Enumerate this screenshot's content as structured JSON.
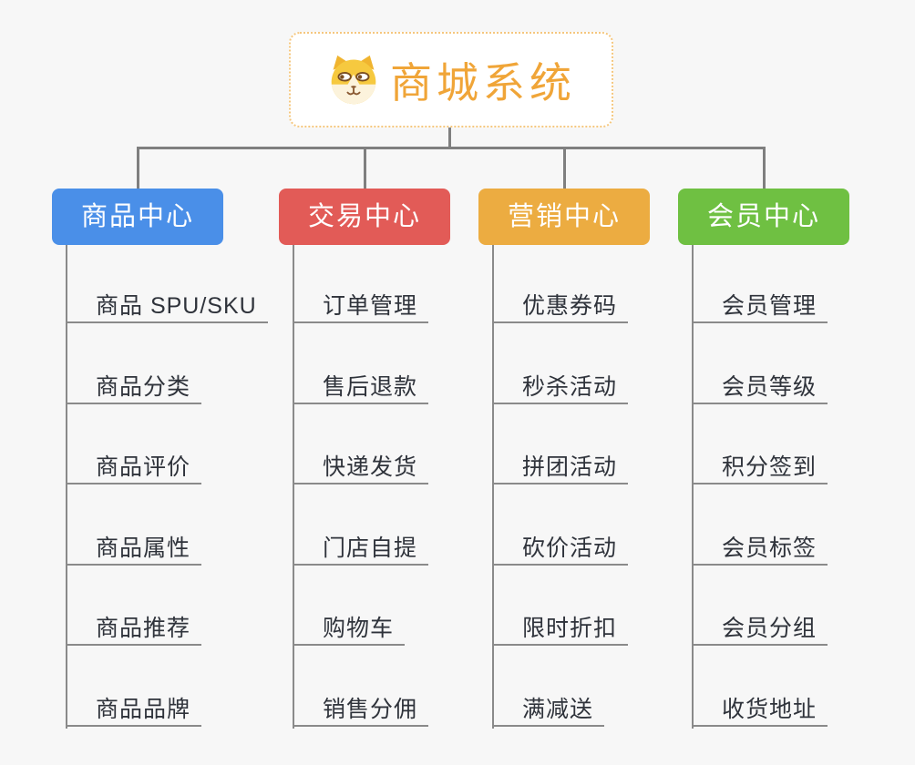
{
  "app": {
    "background_color": "#F7F7F7",
    "connector_color": "#7F7F7F",
    "sub_line_color": "#8A8A8A",
    "sub_text_color": "#2F333B"
  },
  "root": {
    "title": "商城系统",
    "icon": "dog-face-icon",
    "text_color": "#F0A538",
    "border_color": "#F5C77E",
    "background": "#FFFFFF"
  },
  "branches": [
    {
      "label": "商品中心",
      "color": "#4A8FE8",
      "items": [
        "商品 SPU/SKU",
        "商品分类",
        "商品评价",
        "商品属性",
        "商品推荐",
        "商品品牌"
      ]
    },
    {
      "label": "交易中心",
      "color": "#E25B57",
      "items": [
        "订单管理",
        "售后退款",
        "快递发货",
        "门店自提",
        "购物车",
        "销售分佣"
      ]
    },
    {
      "label": "营销中心",
      "color": "#ECAC41",
      "items": [
        "优惠券码",
        "秒杀活动",
        "拼团活动",
        "砍价活动",
        "限时折扣",
        "满减送"
      ]
    },
    {
      "label": "会员中心",
      "color": "#6FC042",
      "items": [
        "会员管理",
        "会员等级",
        "积分签到",
        "会员标签",
        "会员分组",
        "收货地址"
      ]
    }
  ]
}
